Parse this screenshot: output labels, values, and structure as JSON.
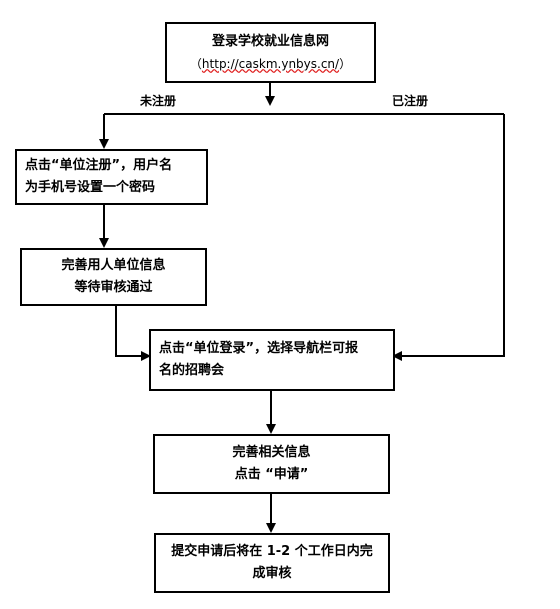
{
  "nodes": {
    "login_portal": {
      "title": "登录学校就业信息网",
      "url_open": "（",
      "url": "http://caskm.ynbys.cn/",
      "url_close": "）"
    },
    "register": {
      "line1": "点击“单位注册”，用户名",
      "line2": "为手机号设置一个密码"
    },
    "complete_info": {
      "line1": "完善用人单位信息",
      "line2": "等待审核通过"
    },
    "unit_login": {
      "line1": "点击“单位登录”，选择导航栏可报",
      "line2": "名的招聘会"
    },
    "apply": {
      "line1": "完善相关信息",
      "line2": "点击 “申请”"
    },
    "review": {
      "line1": "提交申请后将在 1-2 个工作日内完",
      "line2": "成审核"
    }
  },
  "labels": {
    "not_registered": "未注册",
    "registered": "已注册"
  }
}
